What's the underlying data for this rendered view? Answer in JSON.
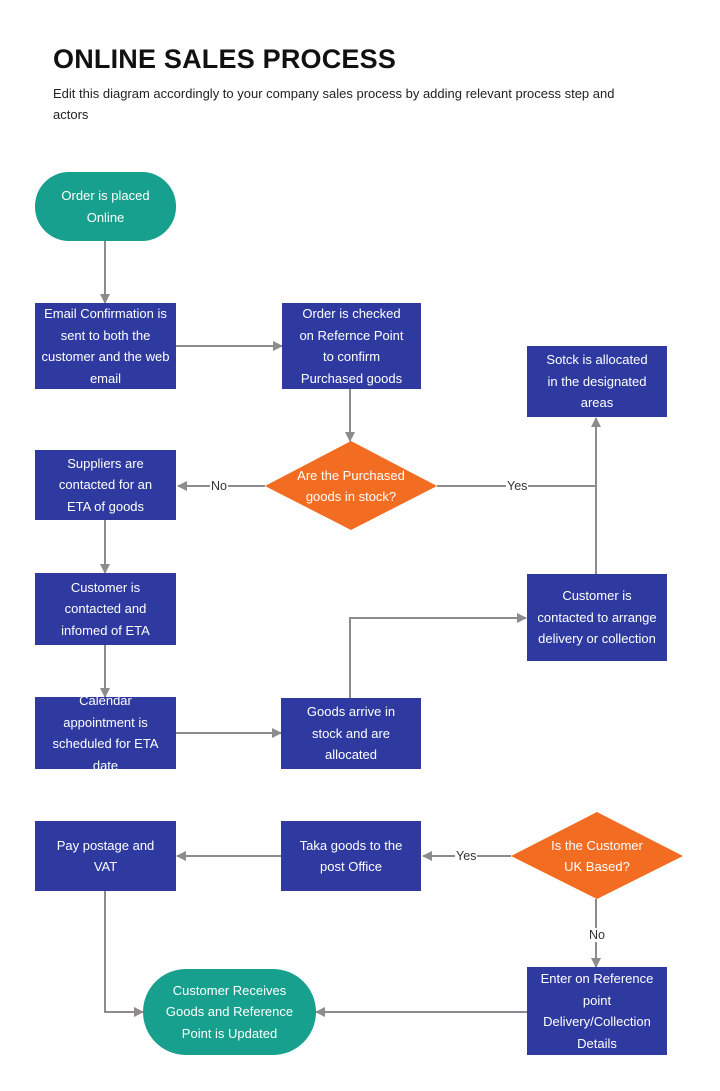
{
  "header": {
    "title": "ONLINE SALES PROCESS",
    "subtitle": "Edit this diagram accordingly to your company sales process by adding relevant process step and actors"
  },
  "colors": {
    "process": "#2f3aa0",
    "terminal": "#17a08e",
    "decision": "#f26c22",
    "connector": "#8c8c8c"
  },
  "nodes": {
    "order_placed": "Order is placed Online",
    "email_confirmation": "Email Confirmation is sent to both the customer and the web email",
    "order_checked": "Order is checked on Refernce Point to confirm Purchased goods",
    "stock_allocated": "Sotck is allocated in the designated areas",
    "purchased_in_stock": "Are the Purchased goods in stock?",
    "suppliers_contacted": "Suppliers are contacted for an ETA of goods",
    "customer_informed_eta": "Customer is contacted and infomed of  ETA",
    "customer_contacted_delivery": "Customer is contacted to arrange delivery or collection",
    "calendar_appointment": "Calendar appointment is scheduled for ETA date",
    "goods_arrive": "Goods arrive in stock and are allocated",
    "pay_postage": "Pay postage and VAT",
    "take_goods_post": "Taka goods to the post Office",
    "customer_uk": "Is the Customer UK Based?",
    "enter_reference": "Enter on Reference point Delivery/Collection Details",
    "customer_receives": "Customer Receives Goods and Reference Point is Updated"
  },
  "edge_labels": {
    "stock_no": "No",
    "stock_yes": "Yes",
    "uk_yes": "Yes",
    "uk_no": "No"
  }
}
